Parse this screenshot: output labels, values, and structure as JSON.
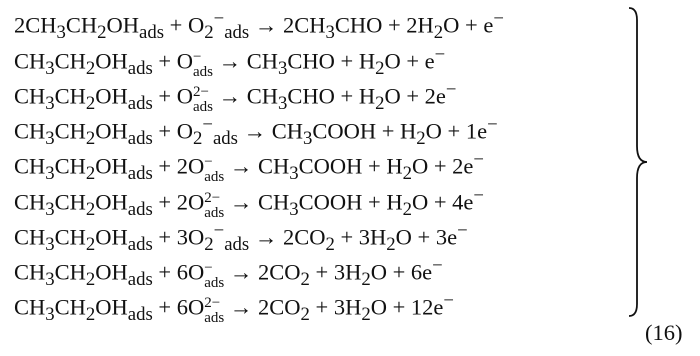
{
  "equations": [
    {
      "l1": "2CH",
      "s1": "3",
      "l2": "CH",
      "s2": "2",
      "l3": "OH",
      "sb1": "ads",
      "l4": " + O",
      "s3": "2",
      "sp1": "−",
      "sb2": "ads",
      "l5": " → 2CH",
      "s4": "3",
      "l6": "CHO + 2H",
      "s5": "2",
      "l7": "O + e",
      "sp2": "−"
    },
    {
      "l1": "CH",
      "s1": "3",
      "l2": "CH",
      "s2": "2",
      "l3": "OH",
      "sb1": "ads",
      "l4": " + O",
      "sp1": "−",
      "sb2": "ads",
      "l5": " → CH",
      "s3": "3",
      "l6": "CHO + H",
      "s4": "2",
      "l7": "O + e",
      "sp2": "−"
    },
    {
      "l1": "CH",
      "s1": "3",
      "l2": "CH",
      "s2": "2",
      "l3": "OH",
      "sb1": "ads",
      "l4": " + O",
      "sp1": "2−",
      "sb2": "ads",
      "l5": " → CH",
      "s3": "3",
      "l6": "CHO + H",
      "s4": "2",
      "l7": "O + 2e",
      "sp2": "−"
    },
    {
      "l1": "CH",
      "s1": "3",
      "l2": "CH",
      "s2": "2",
      "l3": "OH",
      "sb1": "ads",
      "l4": " + O",
      "s3": "2",
      "sp1": "−",
      "sb2": "ads",
      "l5": " → CH",
      "s4": "3",
      "l6": "COOH + H",
      "s5": "2",
      "l7": "O + 1e",
      "sp2": "−"
    },
    {
      "l1": "CH",
      "s1": "3",
      "l2": "CH",
      "s2": "2",
      "l3": "OH",
      "sb1": "ads",
      "l4": " + 2O",
      "sp1": "−",
      "sb2": "ads",
      "l5": " → CH",
      "s3": "3",
      "l6": "COOH + H",
      "s4": "2",
      "l7": "O + 2e",
      "sp2": "−"
    },
    {
      "l1": "CH",
      "s1": "3",
      "l2": "CH",
      "s2": "2",
      "l3": "OH",
      "sb1": "ads",
      "l4": " + 2O",
      "sp1": "2−",
      "sb2": "ads",
      "l5": " → CH",
      "s3": "3",
      "l6": "COOH + H",
      "s4": "2",
      "l7": "O + 4e",
      "sp2": "−"
    },
    {
      "l1": "CH",
      "s1": "3",
      "l2": "CH",
      "s2": "2",
      "l3": "OH",
      "sb1": "ads",
      "l4": " + 3O",
      "s3": "2",
      "sp1": "−",
      "sb2": "ads",
      "l5": " → 2CO",
      "s4": "2",
      "l6": " + 3H",
      "s5": "2",
      "l7": "O + 3e",
      "sp2": "−"
    },
    {
      "l1": "CH",
      "s1": "3",
      "l2": "CH",
      "s2": "2",
      "l3": "OH",
      "sb1": "ads",
      "l4": " + 6O",
      "sp1": "−",
      "sb2": "ads",
      "l5": " → 2CO",
      "s3": "2",
      "l6": " + 3H",
      "s4": "2",
      "l7": "O + 6e",
      "sp2": "−"
    },
    {
      "l1": "CH",
      "s1": "3",
      "l2": "CH",
      "s2": "2",
      "l3": "OH",
      "sb1": "ads",
      "l4": " + 6O",
      "sp1": "2−",
      "sb2": "ads",
      "l5": " → 2CO",
      "s3": "2",
      "l6": " + 3H",
      "s4": "2",
      "l7": "O + 12e",
      "sp2": "−"
    }
  ],
  "equation_number": "(16)"
}
